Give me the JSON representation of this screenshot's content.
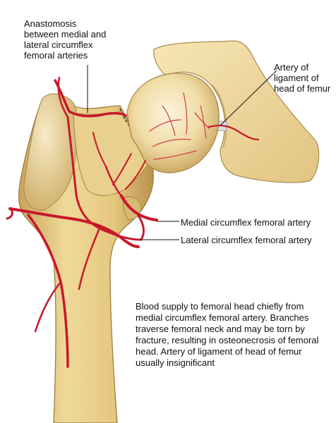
{
  "labels": {
    "anastomosis": "Anastomosis\nbetween medial and\nlateral circumflex\nfemoral arteries",
    "ligament_artery": "Artery of\nligament of\nhead of femur",
    "medial": "Medial circumflex femoral artery",
    "lateral": "Lateral circumflex femoral artery"
  },
  "caption": "Blood supply to femoral head chiefly from medial circumflex femoral artery. Branches traverse femoral neck and may be torn by fracture, resulting in osteonecrosis of femoral head. Artery of ligament of head of femur usually insignificant",
  "colors": {
    "bone": "#e8cf8e",
    "bone_shadow": "#c9a860",
    "bone_light": "#f6e7bf",
    "artery": "#c8182a",
    "acetabulum": "#f2dc9e"
  }
}
